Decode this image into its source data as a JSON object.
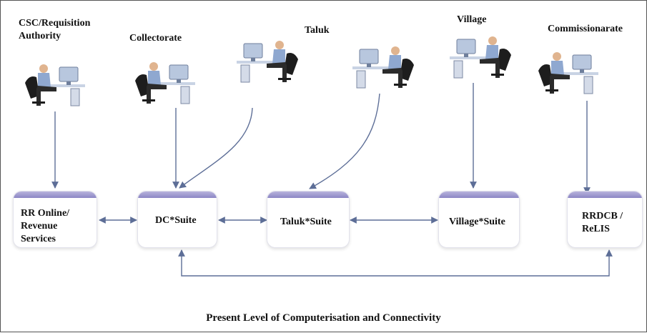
{
  "actors": {
    "csc": "CSC/Requisition\nAuthority",
    "collectorate": "Collectorate",
    "taluk": "Taluk",
    "village": "Village",
    "commissionarate": "Commissionarate"
  },
  "suites": {
    "rr_online": "RR Online/\nRevenue Services",
    "dc_suite": "DC*Suite",
    "taluk_suite": "Taluk*Suite",
    "village_suite": "Village*Suite",
    "rrdcb": "RRDCB /\nReLIS"
  },
  "caption": "Present Level of Computerisation and Connectivity",
  "colors": {
    "box_header": "#8c86c4",
    "arrow": "#5d6e97",
    "figure_shirt": "#8fa8d0",
    "figure_pants": "#2b2b2b",
    "monitor": "#b8c7de",
    "chair": "#1d1d1d"
  },
  "icons": [
    "workstation-icon",
    "workstation-icon",
    "workstation-icon",
    "workstation-icon",
    "workstation-icon",
    "workstation-icon"
  ]
}
